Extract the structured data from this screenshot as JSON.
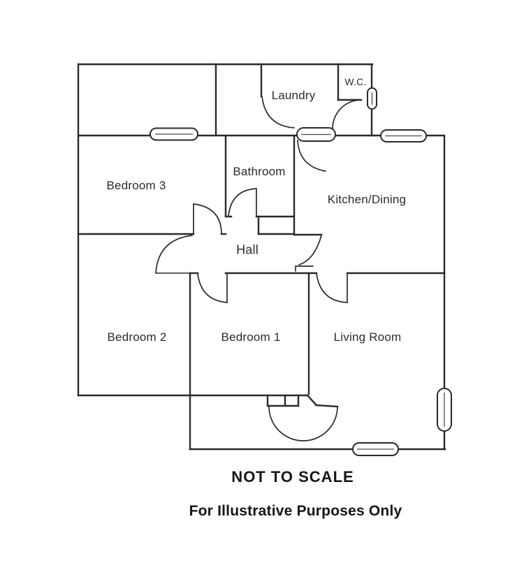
{
  "colors": {
    "background": "#ffffff",
    "ink": "#2a2a2a"
  },
  "floor_plan": {
    "rooms": [
      {
        "name": "Laundry"
      },
      {
        "name": "W.C."
      },
      {
        "name": "Bedroom 3"
      },
      {
        "name": "Bathroom"
      },
      {
        "name": "Kitchen/Dining"
      },
      {
        "name": "Hall"
      },
      {
        "name": "Bedroom 2"
      },
      {
        "name": "Bedroom 1"
      },
      {
        "name": "Living Room"
      }
    ],
    "symbols": {
      "window_count": 6,
      "door_swing_count": 9
    },
    "notes": {
      "scale": "NOT TO SCALE",
      "purpose": "For Illustrative Purposes Only"
    }
  }
}
